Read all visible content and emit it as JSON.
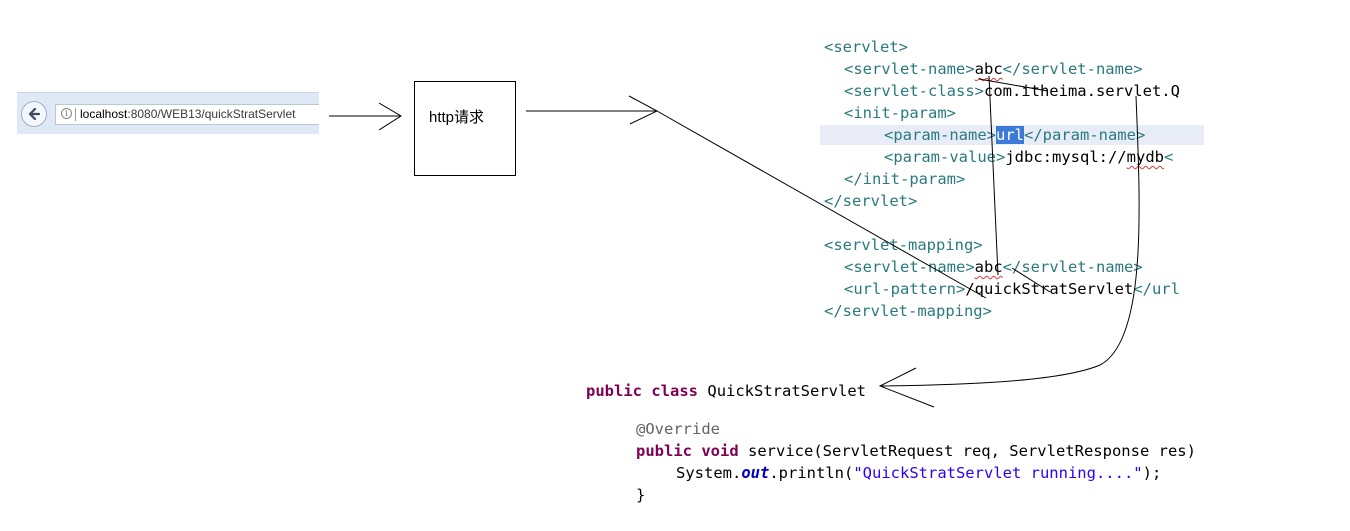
{
  "browser": {
    "url_host": "localhost",
    "url_path": ":8080/WEB13/quickStratServlet"
  },
  "http_box": {
    "label": "http请求"
  },
  "xml": {
    "servlet_open": "<servlet>",
    "servlet_name_open": "<servlet-name>",
    "servlet_name_value": "abc",
    "servlet_name_close": "</servlet-name>",
    "servlet_class_open": "<servlet-class>",
    "servlet_class_value": "com.itheima.servlet.Q",
    "init_param_open": "<init-param>",
    "param_name_open": "<param-name>",
    "param_name_value": "url",
    "param_name_close": "</param-name>",
    "param_value_open": "<param-value>",
    "param_value_value_a": "jdbc:mysql://",
    "param_value_value_b": "mydb",
    "param_value_tail": "<",
    "init_param_close": "</init-param>",
    "servlet_close": "</servlet>",
    "mapping_open": "<servlet-mapping>",
    "map_name_open": "<servlet-name>",
    "map_name_value": "abc",
    "map_name_close": "</servlet-name>",
    "url_pattern_open": "<url-pattern>",
    "url_pattern_value": "/quickStratServlet",
    "url_pattern_tail": "</url",
    "mapping_close": "</servlet-mapping>"
  },
  "java": {
    "kw_public": "public",
    "kw_class": "class",
    "class_name": "QuickStratServlet",
    "annotation": "@Override",
    "kw_void": "void",
    "method_sig": "service(ServletRequest req, ServletResponse res)",
    "sys": "System.",
    "out": "out",
    "println_open": ".println(",
    "str": "\"QuickStratServlet running....\"",
    "println_close": ");",
    "brace": "}"
  },
  "icons": [
    "back-arrow-icon",
    "info-icon"
  ],
  "colors": {
    "xml_tag": "#2a7a7e",
    "java_keyword": "#7f0055",
    "java_string": "#2a00ff",
    "selection": "#3b7ad6",
    "address_bar": "#dfe9f6"
  }
}
